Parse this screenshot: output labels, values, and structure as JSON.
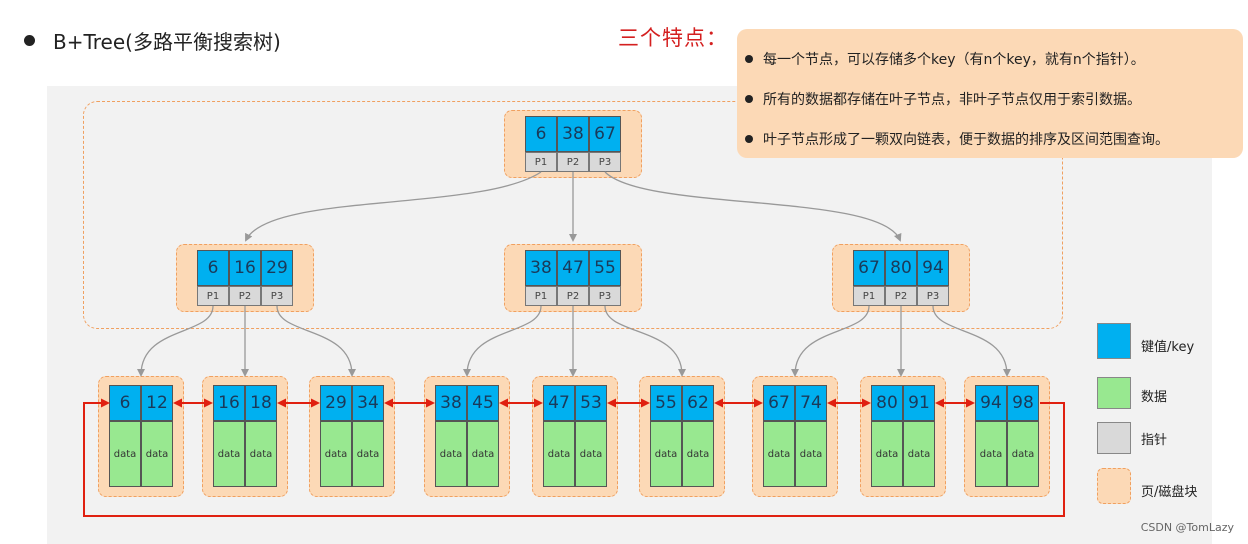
{
  "title": "B+Tree(多路平衡搜索树)",
  "features": {
    "label": "三个特点：",
    "items": [
      "每一个节点，可以存储多个key（有n个key，就有n个指针）。",
      "所有的数据都存储在叶子节点，非叶子节点仅用于索引数据。",
      "叶子节点形成了一颗双向链表，便于数据的排序及区间范围查询。"
    ]
  },
  "tree": {
    "root": {
      "keys": [
        "6",
        "38",
        "67"
      ],
      "pointers": [
        "P1",
        "P2",
        "P3"
      ]
    },
    "internal": [
      {
        "keys": [
          "6",
          "16",
          "29"
        ],
        "pointers": [
          "P1",
          "P2",
          "P3"
        ]
      },
      {
        "keys": [
          "38",
          "47",
          "55"
        ],
        "pointers": [
          "P1",
          "P2",
          "P3"
        ]
      },
      {
        "keys": [
          "67",
          "80",
          "94"
        ],
        "pointers": [
          "P1",
          "P2",
          "P3"
        ]
      }
    ],
    "leaves": [
      {
        "keys": [
          "6",
          "12"
        ]
      },
      {
        "keys": [
          "16",
          "18"
        ]
      },
      {
        "keys": [
          "29",
          "34"
        ]
      },
      {
        "keys": [
          "38",
          "45"
        ]
      },
      {
        "keys": [
          "47",
          "53"
        ]
      },
      {
        "keys": [
          "55",
          "62"
        ]
      },
      {
        "keys": [
          "67",
          "74"
        ]
      },
      {
        "keys": [
          "80",
          "91"
        ]
      },
      {
        "keys": [
          "94",
          "98"
        ]
      }
    ],
    "data_label": "data"
  },
  "legend": [
    {
      "label": "键值/key",
      "color": "#00b0f0"
    },
    {
      "label": "数据",
      "color": "#98e890"
    },
    {
      "label": "指针",
      "color": "#d9d9d9"
    },
    {
      "label": "页/磁盘块",
      "color": "#fcd9b6"
    }
  ],
  "colors": {
    "link_arrow": "#e02010",
    "tree_arrow": "#999999"
  },
  "watermark": "CSDN @TomLazy"
}
